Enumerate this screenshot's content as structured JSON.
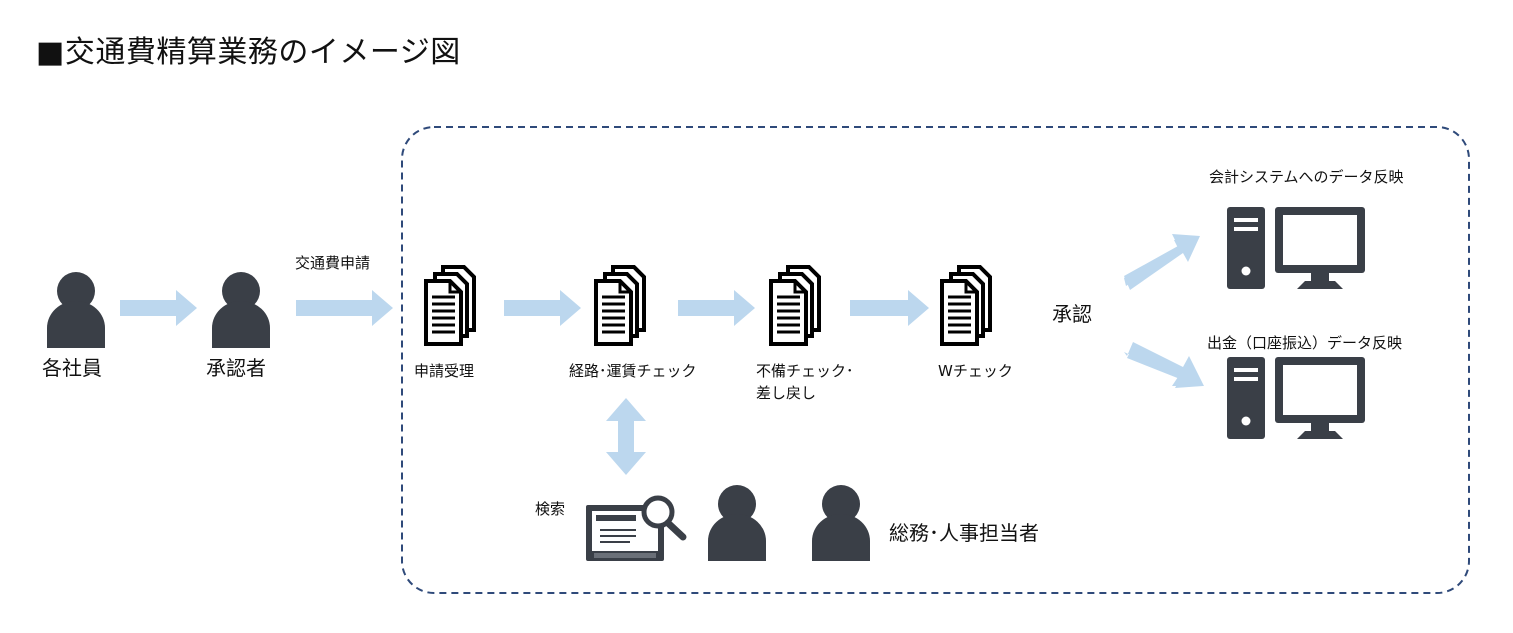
{
  "title": "■交通費精算業務のイメージ図",
  "actors": {
    "employee": "各社員",
    "approver": "承認者",
    "admin": "総務･人事担当者"
  },
  "flow": {
    "application": "交通費申請",
    "steps": [
      "申請受理",
      "経路･運賃チェック",
      "不備チェック･",
      "差し戻し",
      "Wチェック"
    ],
    "approval": "承認",
    "search": "検索"
  },
  "outputs": {
    "accounting": "会計システムへのデータ反映",
    "payment": "出金（口座振込）データ反映"
  },
  "colors": {
    "arrow": "#bcd7ee",
    "icon": "#3a3f47",
    "border": "#2f4a7a"
  }
}
